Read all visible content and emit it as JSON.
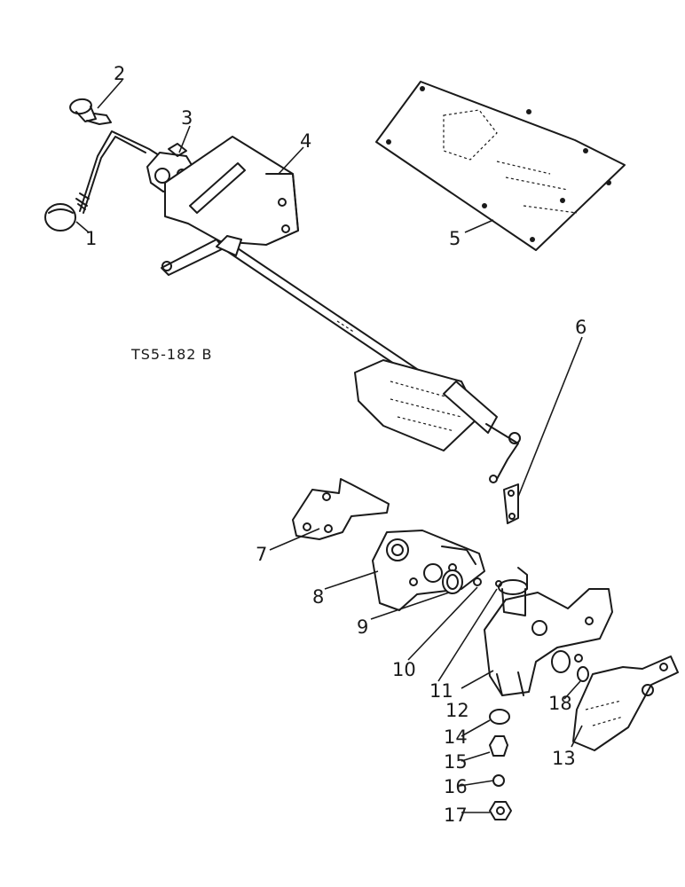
{
  "reference_code": "TS5-182 B",
  "callouts": [
    {
      "id": "1",
      "text": "1"
    },
    {
      "id": "2",
      "text": "2"
    },
    {
      "id": "3",
      "text": "3"
    },
    {
      "id": "4",
      "text": "4"
    },
    {
      "id": "5",
      "text": "5"
    },
    {
      "id": "6",
      "text": "6"
    },
    {
      "id": "7",
      "text": "7"
    },
    {
      "id": "8",
      "text": "8"
    },
    {
      "id": "9",
      "text": "9"
    },
    {
      "id": "10",
      "text": "10"
    },
    {
      "id": "11",
      "text": "11"
    },
    {
      "id": "12",
      "text": "12"
    },
    {
      "id": "13",
      "text": "13"
    },
    {
      "id": "14",
      "text": "14"
    },
    {
      "id": "15",
      "text": "15"
    },
    {
      "id": "16",
      "text": "16"
    },
    {
      "id": "17",
      "text": "17"
    },
    {
      "id": "18",
      "text": "18"
    }
  ]
}
